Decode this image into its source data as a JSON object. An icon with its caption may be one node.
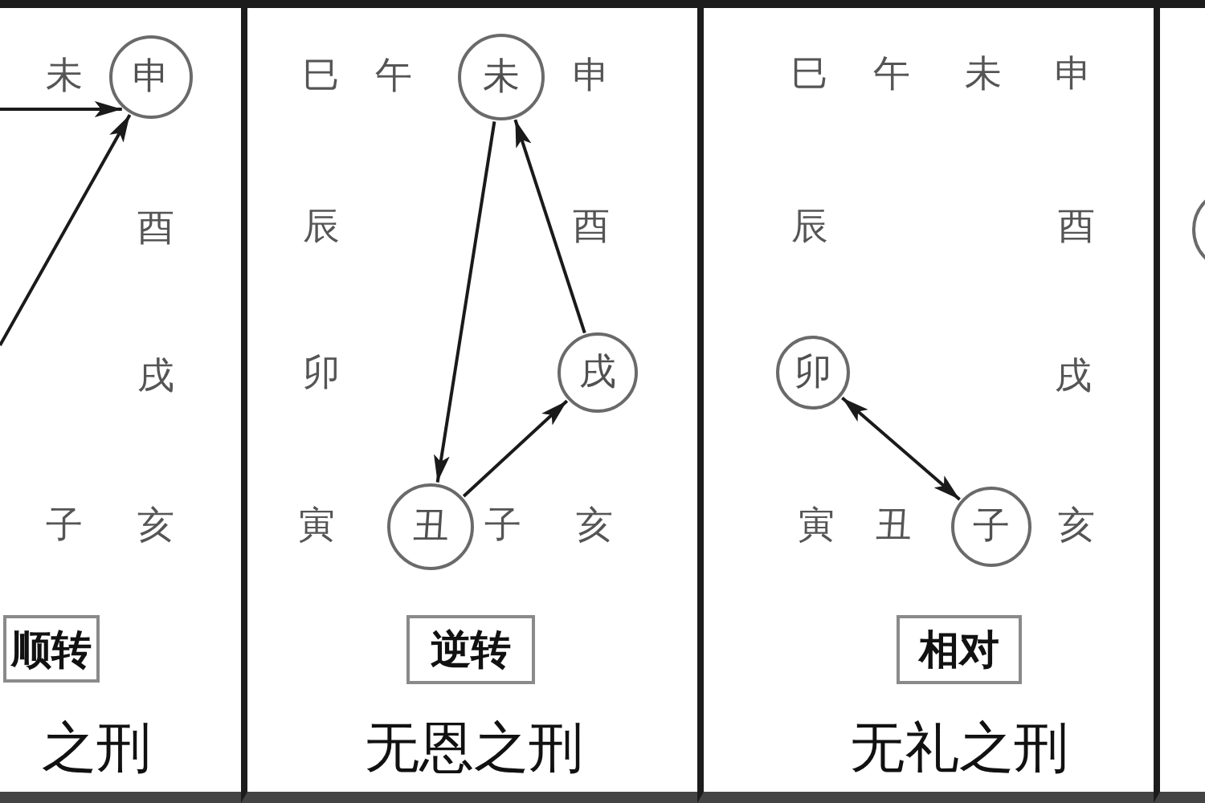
{
  "diagram": {
    "nodes": [
      {
        "text": [
          "之刑"
        ]
      },
      {
        "text": [
          "申"
        ],
        "in": 0
      },
      {
        "text": [
          "顺转"
        ],
        "in": 0
      },
      {
        "text": [
          "无恩之刑"
        ]
      },
      {
        "text": [
          "未"
        ],
        "in": 3
      },
      {
        "text": [
          "戌"
        ],
        "in": 3
      },
      {
        "text": [
          "丑"
        ],
        "in": 3
      },
      {
        "text": [
          "逆转"
        ],
        "in": 3
      },
      {
        "text": [
          "无礼之刑"
        ]
      },
      {
        "text": [
          "卯"
        ],
        "in": 8
      },
      {
        "text": [
          "子"
        ],
        "in": 8
      },
      {
        "text": [
          "相对"
        ],
        "in": 8
      },
      {
        "text": [],
        "shape": "box"
      },
      {
        "text": [],
        "shape": "circle"
      }
    ],
    "edges": [
      {
        "from": null,
        "to": 1,
        "arrow": "to"
      },
      {
        "from": null,
        "to": 1,
        "arrow": "to"
      },
      {
        "from": 4,
        "to": 6,
        "arrow": "to"
      },
      {
        "from": 6,
        "to": 5,
        "arrow": "to"
      },
      {
        "from": 5,
        "to": 4,
        "arrow": "to"
      },
      {
        "from": 9,
        "to": 10,
        "arrow": "both"
      }
    ],
    "labels": [
      "未",
      "酉",
      "戌",
      "子",
      "亥",
      "巳",
      "午",
      "申",
      "辰",
      "酉",
      "卯",
      "寅",
      "子",
      "亥",
      "巳",
      "午",
      "未",
      "申",
      "辰",
      "酉",
      "戌",
      "寅",
      "丑",
      "亥"
    ]
  }
}
